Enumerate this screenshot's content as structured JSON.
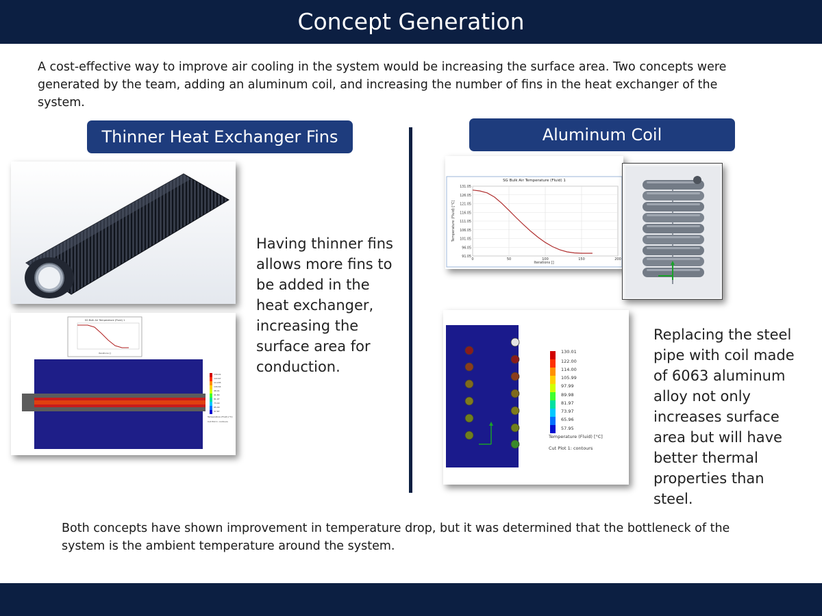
{
  "slide": {
    "title": "Concept Generation",
    "intro": "A cost-effective way to improve air cooling in the system would be increasing the surface area. Two concepts were generated by the team, adding an aluminum coil, and increasing the number of fins in the heat exchanger of the system.",
    "conclusion": "Both concepts have shown improvement in temperature drop, but it was determined that the bottleneck of the system is the ambient temperature around the system."
  },
  "left": {
    "heading": "Thinner Heat Exchanger Fins",
    "description": "Having thinner fins allows more fins to be added in the heat exchanger, increasing the surface area for conduction."
  },
  "right": {
    "heading": "Aluminum Coil",
    "description": "Replacing the steel pipe with coil made of 6063 aluminum alloy not only increases surface area but will have better thermal properties than steel."
  },
  "chart": {
    "title": "SG Bulk Air Temperature (Fluid) 1",
    "ylabel": "Temperature (Fluid) [°C]",
    "xlabel": "Iterations []"
  },
  "chart_data": {
    "type": "line",
    "title": "SG Bulk Air Temperature (Fluid) 1",
    "xlabel": "Iterations []",
    "ylabel": "Temperature (Fluid) [°C]",
    "xlim": [
      0,
      200
    ],
    "ylim": [
      91.05,
      131.05
    ],
    "x_ticks": [
      "0",
      "50",
      "100",
      "150",
      "200"
    ],
    "y_ticks": [
      "131.05",
      "126.05",
      "121.05",
      "116.05",
      "111.05",
      "106.05",
      "101.05",
      "96.05",
      "91.05"
    ],
    "series": [
      {
        "x": [
          0,
          10,
          20,
          30,
          40,
          50,
          60,
          70,
          80,
          90,
          100,
          110,
          120,
          130,
          140,
          150,
          160,
          165
        ],
        "values": [
          128.8,
          128.3,
          127.2,
          124.8,
          121.3,
          117.2,
          113.0,
          109.0,
          105.2,
          101.8,
          98.8,
          96.4,
          94.6,
          93.4,
          92.8,
          92.6,
          92.6,
          92.6
        ]
      }
    ],
    "grid": true
  },
  "legend": {
    "values": [
      "130.01",
      "122.00",
      "114.00",
      "105.99",
      "97.99",
      "89.98",
      "81.97",
      "73.97",
      "65.96",
      "57.95"
    ],
    "colors": [
      "#d10000",
      "#ff3000",
      "#ff9000",
      "#ffd000",
      "#d0ff00",
      "#40ff30",
      "#00e0a0",
      "#00c8ff",
      "#0070ff",
      "#0010d0"
    ],
    "caption": "Temperature (Fluid) [°C]",
    "subcaption": "Cut Plot 1: contours"
  },
  "small_legend": {
    "values": [
      "130.01",
      "122.67",
      "114.85",
      "106.64",
      "98.91",
      "91.80",
      "81.97",
      "73.40",
      "65.40",
      "57.87"
    ],
    "caption": "Temperature (Fluid) [°C]",
    "subcaption": "Cut Plot 1: contours"
  }
}
